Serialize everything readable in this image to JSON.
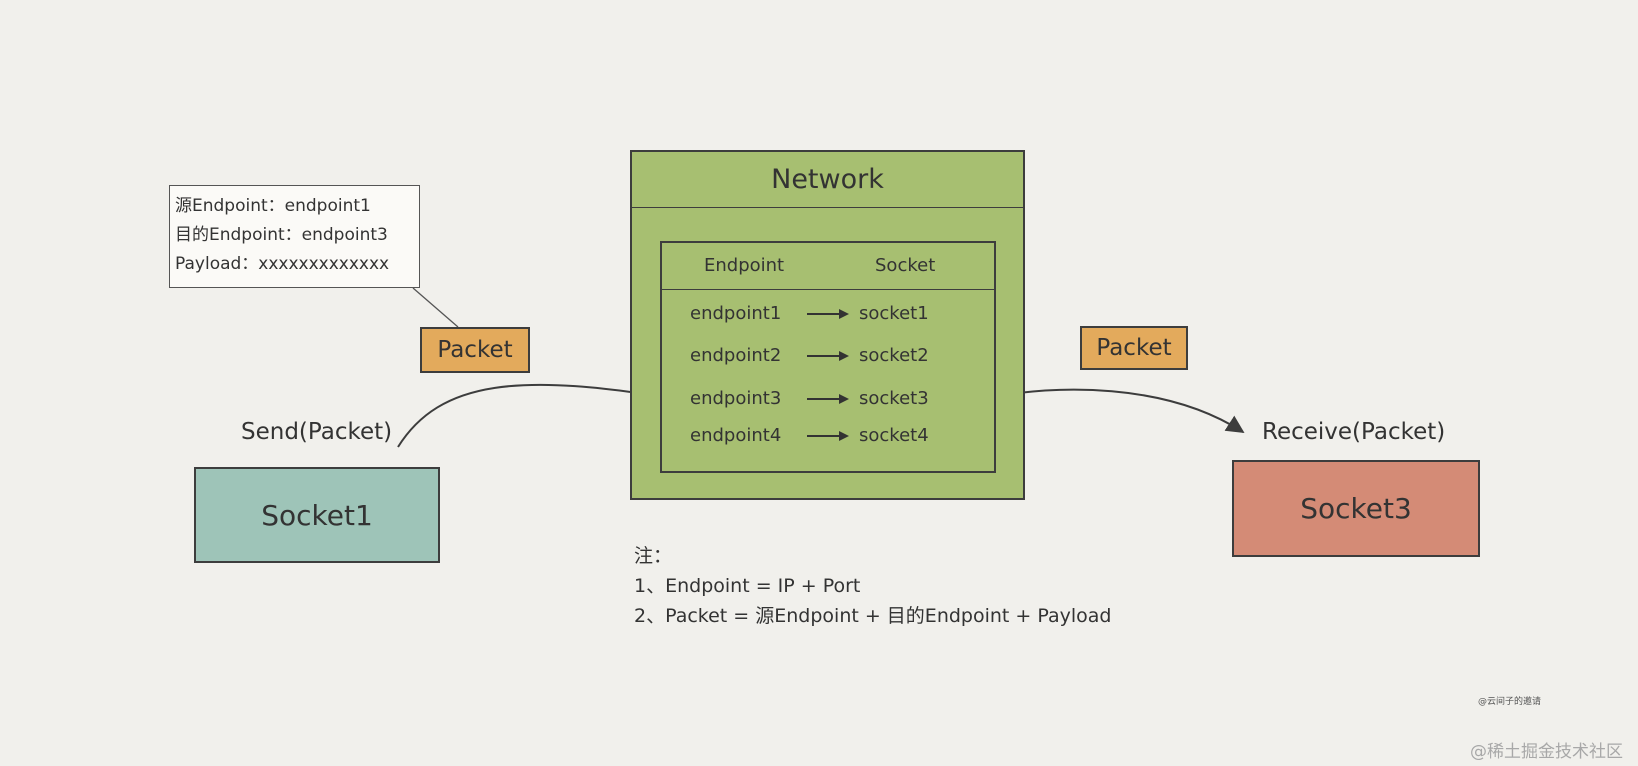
{
  "source_note": {
    "lines": [
      "源Endpoint：endpoint1",
      "目的Endpoint：endpoint3",
      "Payload：xxxxxxxxxxxxx"
    ]
  },
  "packet_left": {
    "label": "Packet"
  },
  "packet_right": {
    "label": "Packet"
  },
  "send_call": {
    "label": "Send(Packet)"
  },
  "receive_call": {
    "label": "Receive(Packet)"
  },
  "socket_left": {
    "label": "Socket1",
    "color": "#9ec4b8"
  },
  "socket_right": {
    "label": "Socket3",
    "color": "#d48b76"
  },
  "network": {
    "title": "Network",
    "color": "#a7bf71",
    "table": {
      "headers": {
        "endpoint": "Endpoint",
        "socket": "Socket"
      },
      "rows": [
        {
          "endpoint": "endpoint1",
          "socket": "socket1"
        },
        {
          "endpoint": "endpoint2",
          "socket": "socket2"
        },
        {
          "endpoint": "endpoint3",
          "socket": "socket3"
        },
        {
          "endpoint": "endpoint4",
          "socket": "socket4"
        }
      ]
    }
  },
  "notes": {
    "heading": "注：",
    "items": [
      "1、Endpoint = IP + Port",
      "2、Packet = 源Endpoint + 目的Endpoint + Payload"
    ]
  },
  "watermarks": {
    "author": "@云间子的邀请",
    "site": "@稀土掘金技术社区"
  },
  "colors": {
    "packet": "#e3aa5c",
    "background": "#f1f0ec",
    "stroke": "#3d3d3d"
  }
}
